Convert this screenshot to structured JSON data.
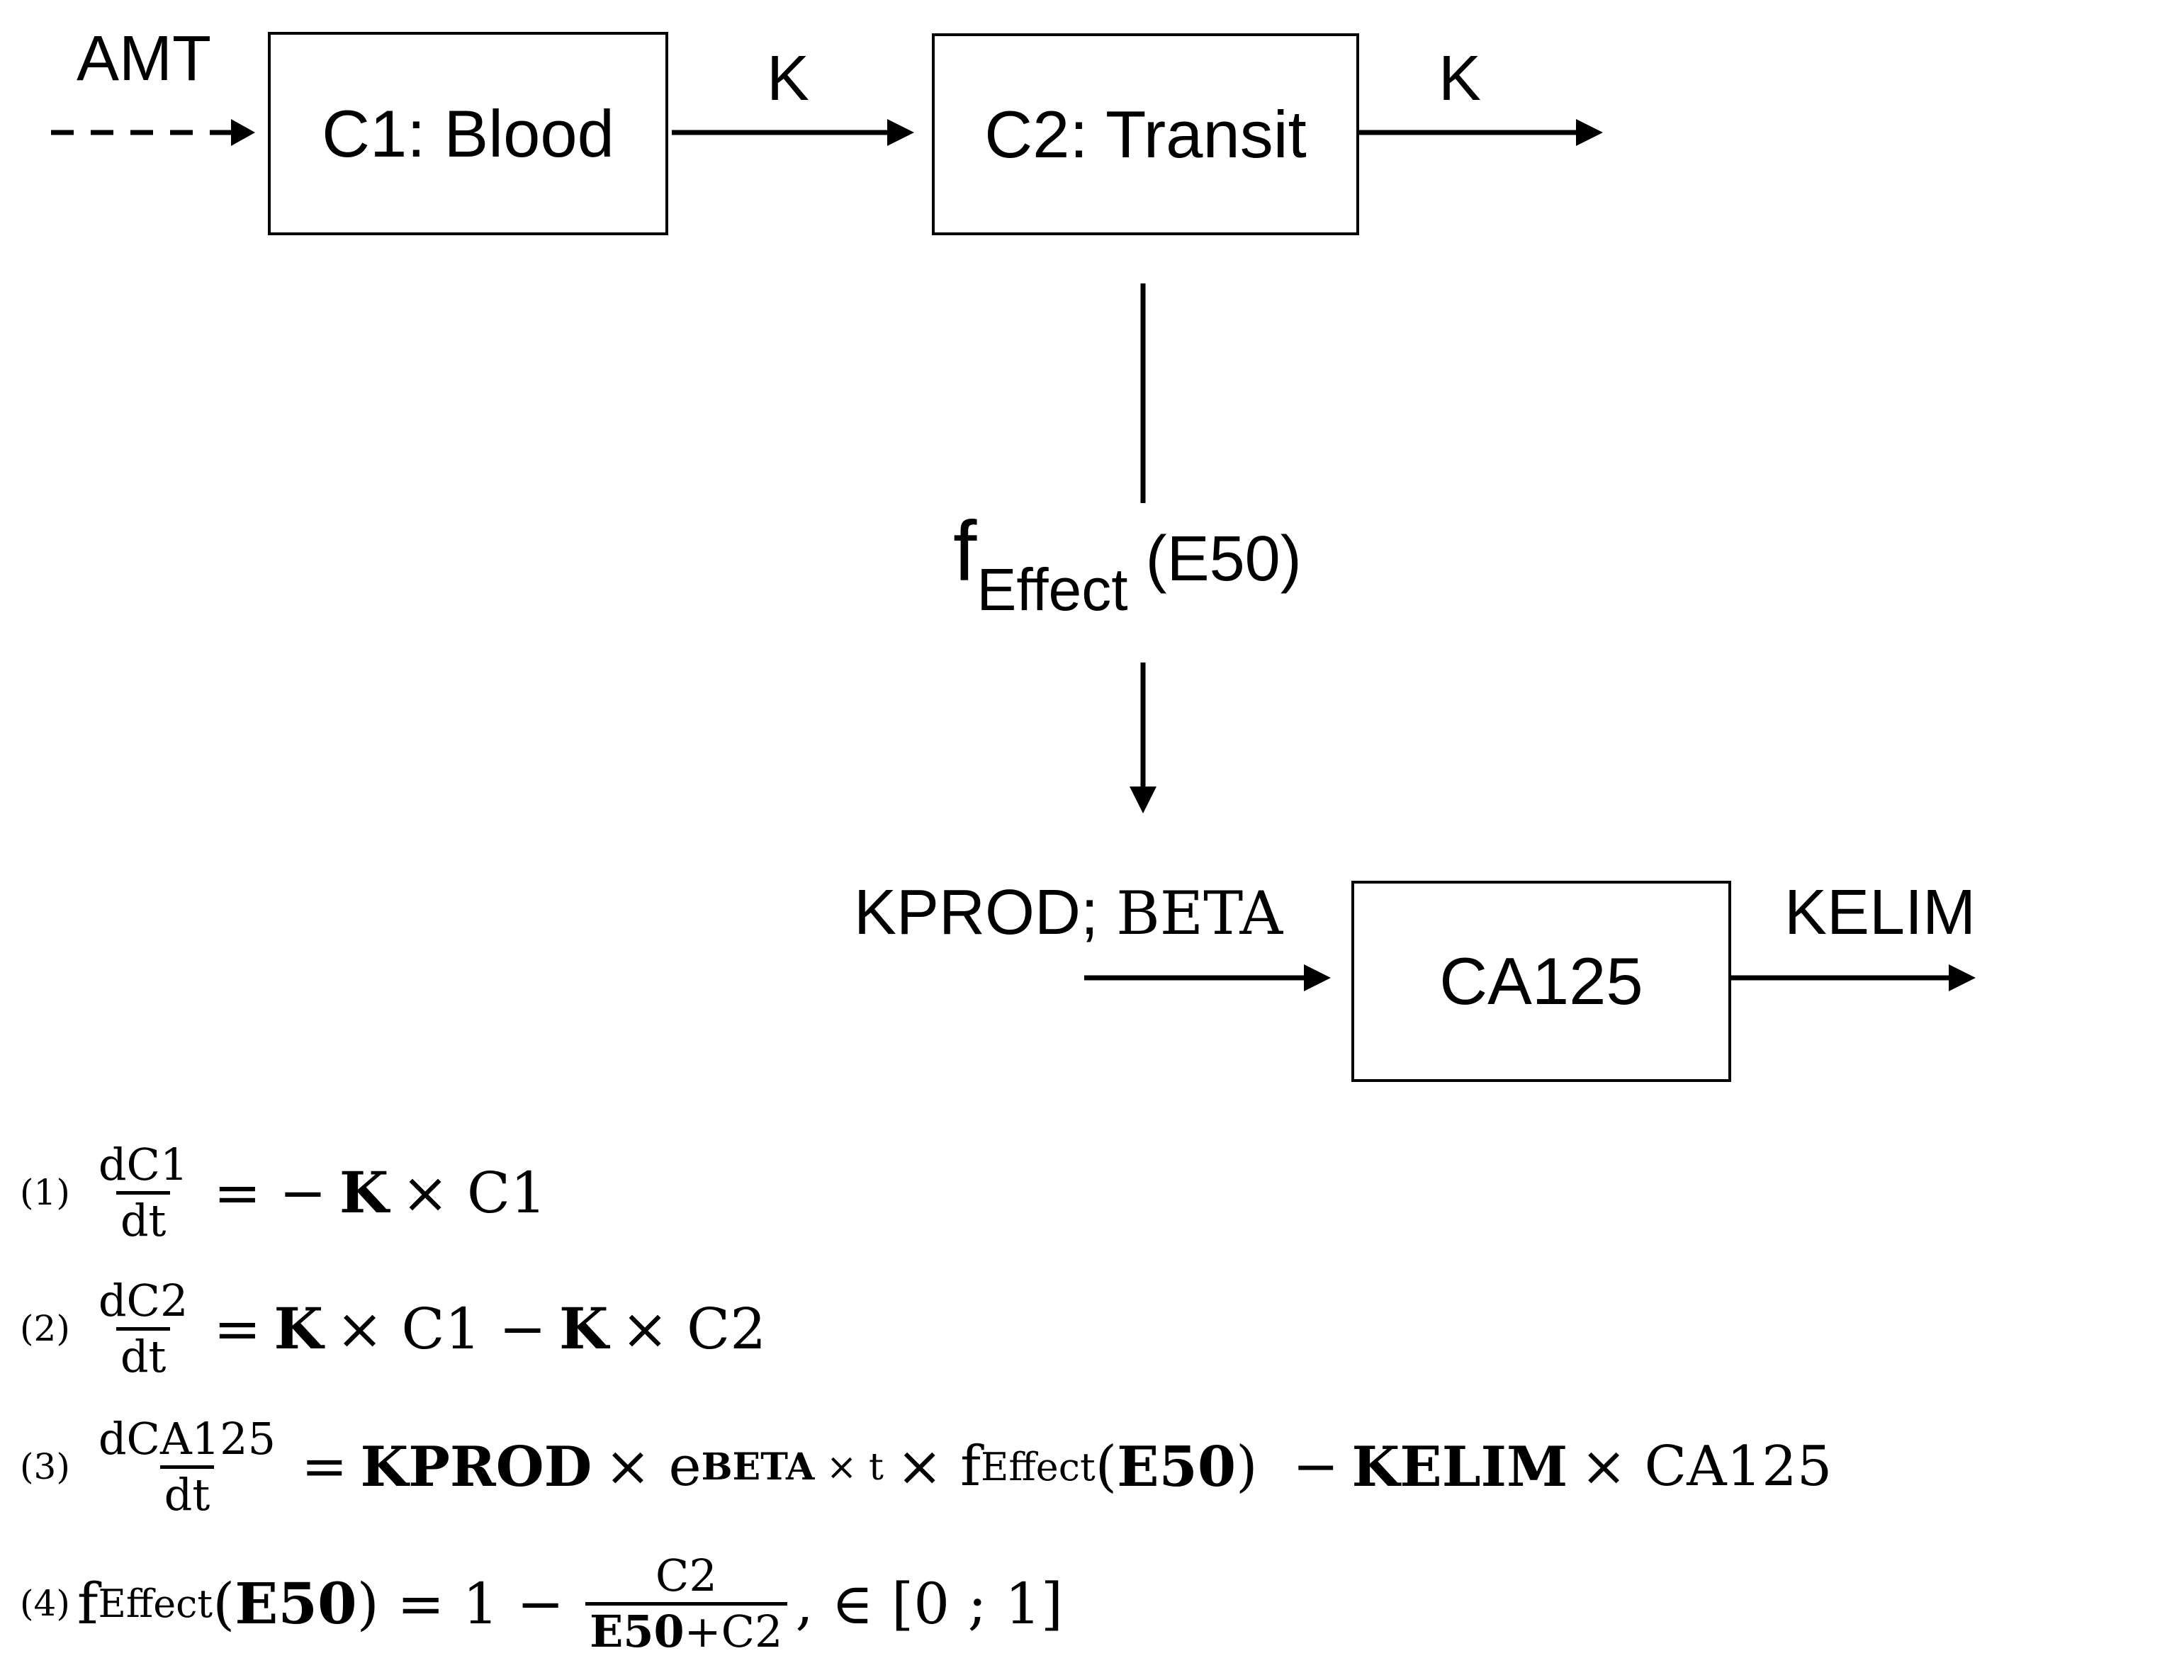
{
  "diagram": {
    "input_label": "AMT",
    "boxes": {
      "c1": "C1: Blood",
      "c2": "C2: Transit",
      "ca125": "CA125"
    },
    "k_label_1": "K",
    "k_label_2": "K",
    "effect": {
      "f": "f",
      "sub": "Effect",
      "arg": " (E50)"
    },
    "kprod_label": "KPROD; ",
    "beta_label": "BETA",
    "kelim_label": "KELIM"
  },
  "equations": {
    "eq1": {
      "num": "(1)",
      "frac_num": "dC1",
      "frac_den": "dt",
      "t1": "= −",
      "k": "K",
      "t2": "× C1"
    },
    "eq2": {
      "num": "(2)",
      "frac_num": "dC2",
      "frac_den": "dt",
      "t1": "=",
      "k1": "K",
      "t2": "× C1 −",
      "k2": "K",
      "t3": "× C2"
    },
    "eq3": {
      "num": "(3)",
      "frac_num": "dCA125",
      "frac_den": "dt",
      "t1": "=",
      "kprod": "KPROD",
      "t2": "× e",
      "beta": "BETA",
      "sup_rest": " × t",
      "t3": "× f",
      "sub": "Effect",
      "t4": "(",
      "e50": "E50",
      "t5": ")  −",
      "kelim": "KELIM",
      "t6": "× CA125"
    },
    "eq4": {
      "num": "(4)",
      "f": "f",
      "sub": "Effect",
      "t1": "(",
      "e50": "E50",
      "t2": ") = 1 −",
      "frac_num": "C2",
      "frac_den_b": "E50",
      "frac_den_rest": "+C2",
      "t3": ", ∈ [0 ; 1]"
    }
  }
}
